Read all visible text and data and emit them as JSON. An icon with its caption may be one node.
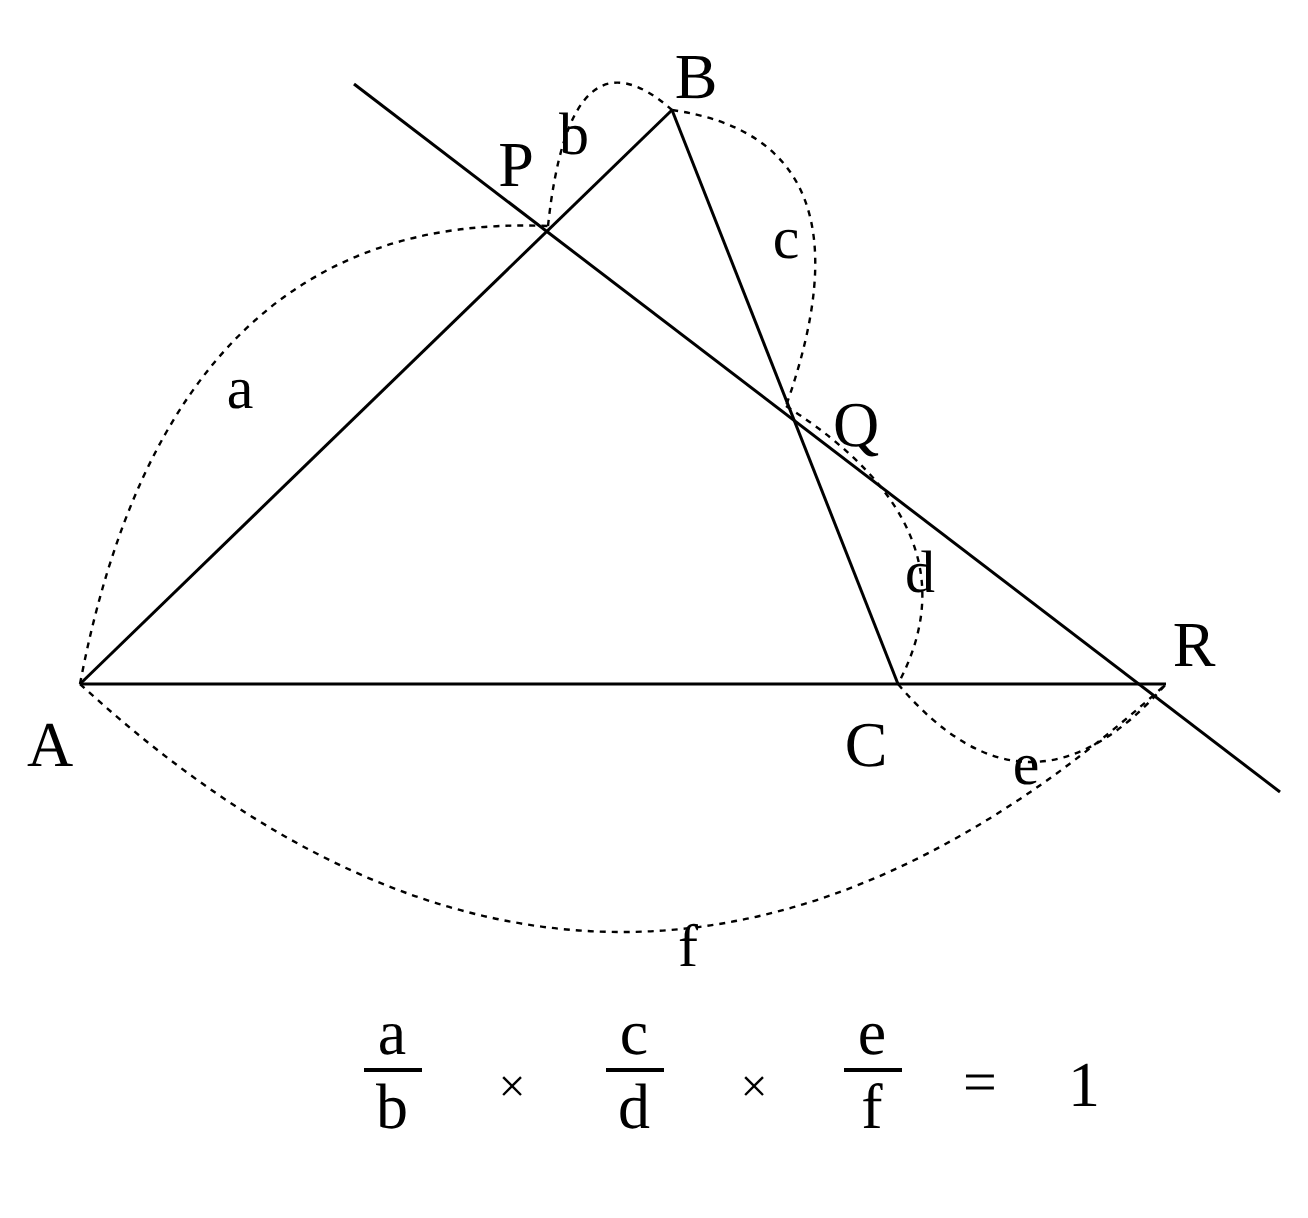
{
  "diagram": {
    "labels": [
      "B",
      "P",
      "b",
      "c",
      "a",
      "Q",
      "d",
      "R",
      "A",
      "C",
      "e",
      "f",
      "a",
      "b",
      "×",
      "c",
      "d",
      "×",
      "e",
      "f",
      "=",
      "1"
    ]
  }
}
